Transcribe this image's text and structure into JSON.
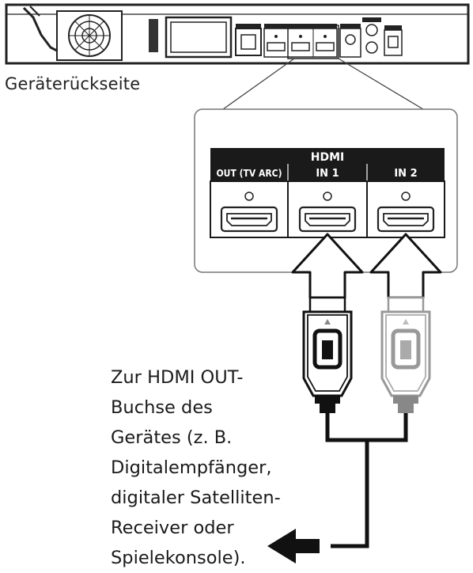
{
  "rear_caption": "Geräterückseite",
  "panel": {
    "group_label": "HDMI",
    "ports": [
      {
        "label": "OUT (TV ARC)"
      },
      {
        "label": "IN 1"
      },
      {
        "label": "IN 2"
      }
    ]
  },
  "note_lines": [
    "Zur HDMI OUT-",
    "Buchse des",
    "Gerätes (z. B.",
    "Digitalempfänger,",
    "digitaler Satelliten-",
    "Receiver oder",
    "Spielekonsole)."
  ],
  "colors": {
    "line": "#111111",
    "cable_grey": "#9a9a9a",
    "panel_border": "#777777"
  }
}
